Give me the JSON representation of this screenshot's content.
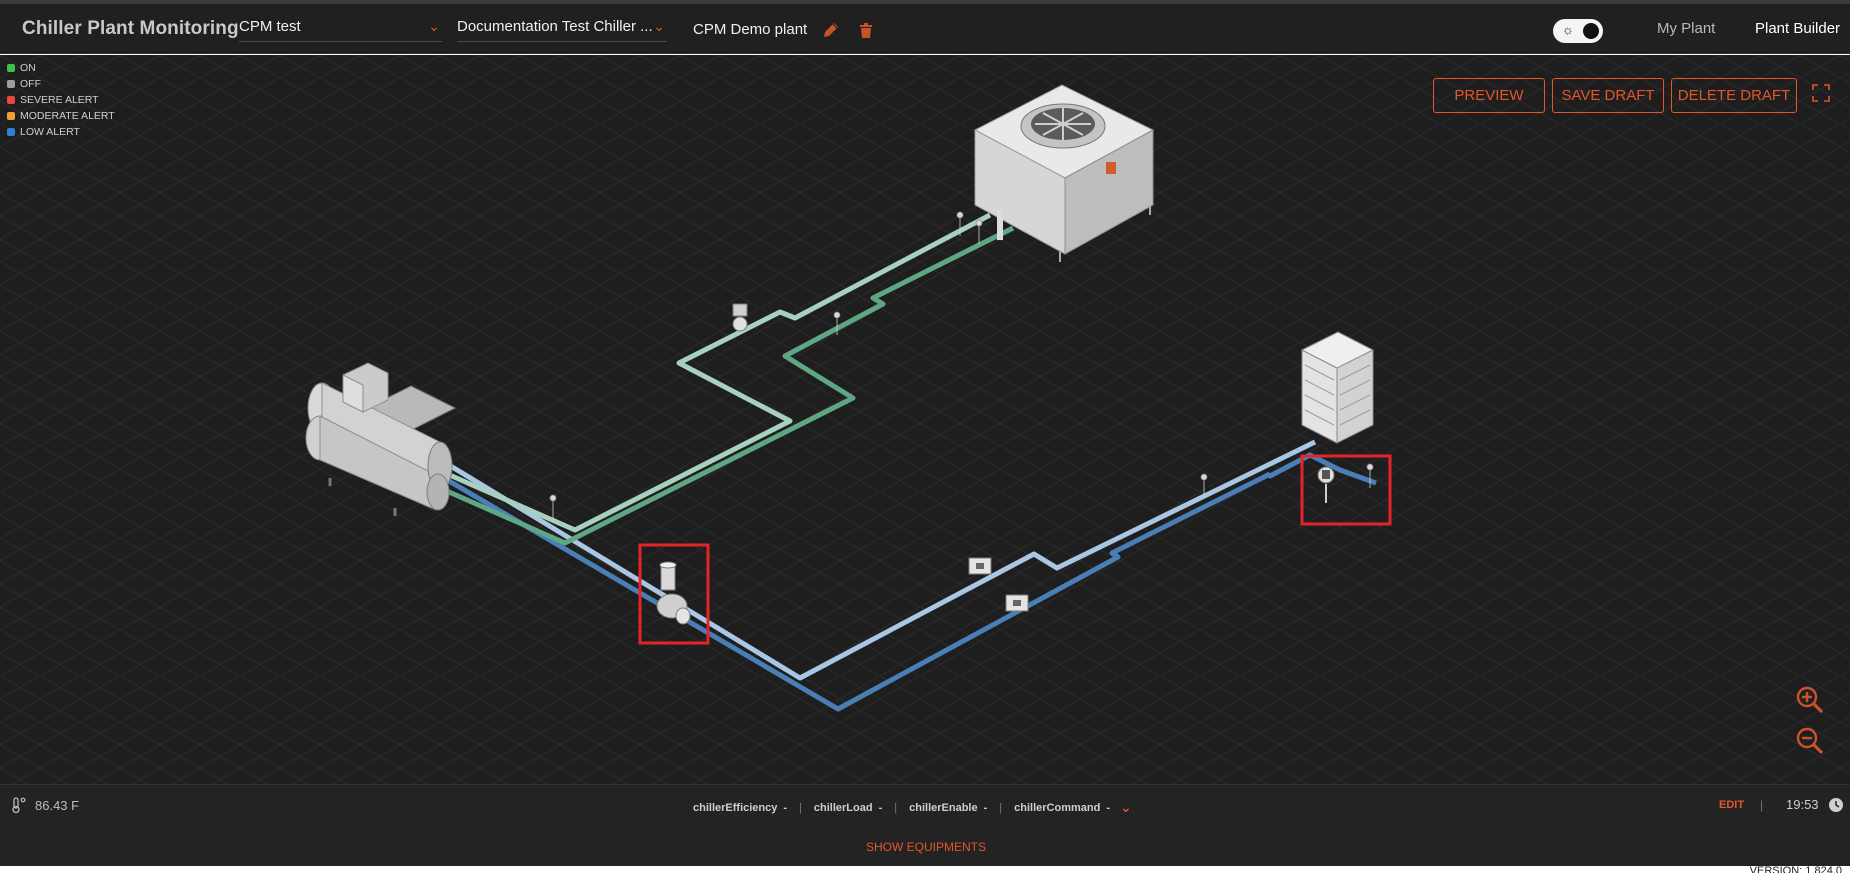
{
  "header": {
    "app_title": "Chiller Plant Monitoring",
    "site_select": "CPM test",
    "chiller_select": "Documentation Test Chiller ...",
    "plant_name": "CPM Demo plant",
    "tabs": [
      {
        "label": "My Plant",
        "active": false
      },
      {
        "label": "Plant Builder",
        "active": true
      }
    ]
  },
  "legend": [
    {
      "label": "ON",
      "color": "#3fbf4a"
    },
    {
      "label": "OFF",
      "color": "#9e9e9e"
    },
    {
      "label": "SEVERE ALERT",
      "color": "#e8473c"
    },
    {
      "label": "MODERATE ALERT",
      "color": "#f0a030"
    },
    {
      "label": "LOW ALERT",
      "color": "#2f7fd1"
    }
  ],
  "toolbar": {
    "preview_label": "PREVIEW",
    "save_draft_label": "SAVE DRAFT",
    "delete_draft_label": "DELETE DRAFT"
  },
  "status": {
    "temperature": "86.43 F",
    "metrics": [
      {
        "name": "chillerEfficiency",
        "value": "-"
      },
      {
        "name": "chillerLoad",
        "value": "-"
      },
      {
        "name": "chillerEnable",
        "value": "-"
      },
      {
        "name": "chillerCommand",
        "value": "-"
      }
    ],
    "edit_label": "EDIT",
    "time": "19:53"
  },
  "footer": {
    "show_equipments_label": "SHOW EQUIPMENTS",
    "version": "VERSION: 1.824.0"
  },
  "colors": {
    "accent": "#e0572c",
    "pipe_condenser_supply": "#a7d1bf",
    "pipe_condenser_return": "#5fa784",
    "pipe_chilled_supply": "#a9c6e4",
    "pipe_chilled_return": "#4a7fb5",
    "highlight": "#e3242b"
  }
}
